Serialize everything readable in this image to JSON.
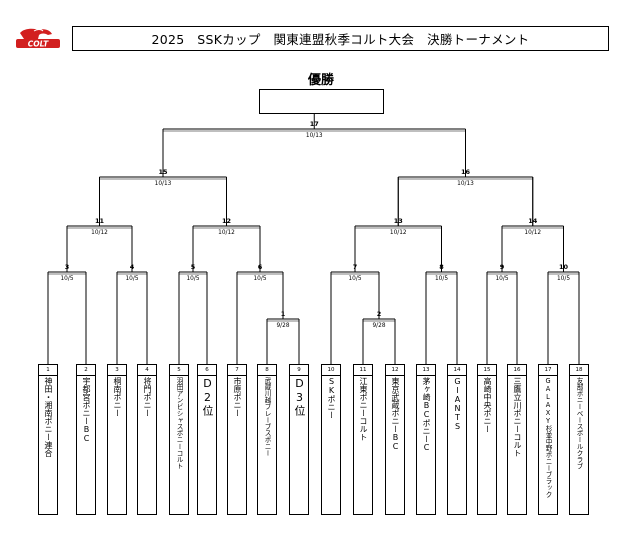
{
  "header": {
    "logo_text": "COLT",
    "title": "2025　SSKカップ　関東連盟秋季コルト大会　決勝トーナメント"
  },
  "champion": {
    "label": "優勝",
    "value": ""
  },
  "matches": [
    {
      "num": "1",
      "date": "9/28"
    },
    {
      "num": "2",
      "date": "9/28"
    },
    {
      "num": "3",
      "date": "10/5"
    },
    {
      "num": "4",
      "date": "10/5"
    },
    {
      "num": "5",
      "date": "10/5"
    },
    {
      "num": "6",
      "date": "10/5"
    },
    {
      "num": "7",
      "date": "10/5"
    },
    {
      "num": "8",
      "date": "10/5"
    },
    {
      "num": "9",
      "date": "10/5"
    },
    {
      "num": "10",
      "date": "10/5"
    },
    {
      "num": "11",
      "date": "10/12"
    },
    {
      "num": "12",
      "date": "10/12"
    },
    {
      "num": "13",
      "date": "10/12"
    },
    {
      "num": "14",
      "date": "10/12"
    },
    {
      "num": "15",
      "date": "10/13"
    },
    {
      "num": "16",
      "date": "10/13"
    },
    {
      "num": "17",
      "date": "10/13"
    }
  ],
  "teams": [
    {
      "seed": "1",
      "name": "神田・湘南ポニー連合"
    },
    {
      "seed": "2",
      "name": "宇都宮ポニーBC"
    },
    {
      "seed": "3",
      "name": "桐南ポニー"
    },
    {
      "seed": "4",
      "name": "将門ポニー"
    },
    {
      "seed": "5",
      "name": "羽田アンビシャスポニーコルト"
    },
    {
      "seed": "6",
      "name": "D2位"
    },
    {
      "seed": "7",
      "name": "市原ポニー"
    },
    {
      "seed": "8",
      "name": "武蔵川越ブレーブスポニー"
    },
    {
      "seed": "9",
      "name": "D3位"
    },
    {
      "seed": "10",
      "name": "SKポニー"
    },
    {
      "seed": "11",
      "name": "江東ポニーコルト"
    },
    {
      "seed": "12",
      "name": "東京武蔵ポニーBC"
    },
    {
      "seed": "13",
      "name": "茅ヶ崎BCポニーC"
    },
    {
      "seed": "14",
      "name": "GIANTS"
    },
    {
      "seed": "15",
      "name": "高崎中央ポニー"
    },
    {
      "seed": "16",
      "name": "三鷹立川ポニーコルト"
    },
    {
      "seed": "17",
      "name": "GALAXY杉並中野ポニーブラック"
    },
    {
      "seed": "18",
      "name": "友部ポニーベースボールクラブ"
    }
  ],
  "teams_extra_note": "",
  "colors": {
    "logo_red": "#d21f1f",
    "line": "#000000"
  }
}
